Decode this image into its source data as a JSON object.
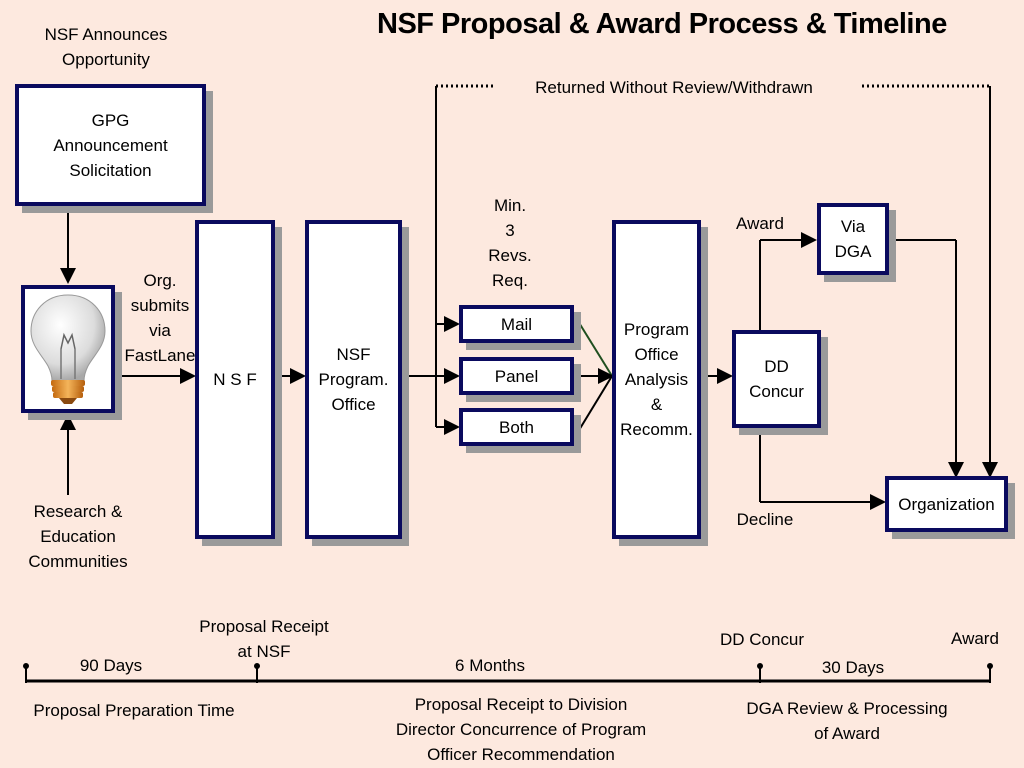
{
  "title": "NSF Proposal & Award Process & Timeline",
  "labels": {
    "announces": "NSF  Announces\nOpportunity",
    "org_submits": "Org.\nsubmits\nvia\nFastLane",
    "research": "Research &\nEducation\nCommunities",
    "min_revs": "Min.\n3\nRevs.\nReq.",
    "returned": "Returned Without Review/Withdrawn",
    "award": "Award",
    "decline": "Decline"
  },
  "boxes": {
    "gpg": "GPG\nAnnouncement\nSolicitation",
    "nsf": "N S F",
    "program_office": "NSF\nProgram.\nOffice",
    "mail": "Mail",
    "panel": "Panel",
    "both": "Both",
    "analysis": "Program\nOffice\nAnalysis\n&\nRecomm.",
    "dd_concur": "DD\nConcur",
    "via_dga": "Via\nDGA",
    "organization": "Organization"
  },
  "timeline": {
    "proposal_receipt": "Proposal Receipt\nat NSF",
    "dd_concur": "DD Concur",
    "award": "Award",
    "days90": "90 Days",
    "months6": "6 Months",
    "days30": "30 Days",
    "prep_time": "Proposal Preparation  Time",
    "receipt_to_director": "Proposal Receipt to Division\nDirector Concurrence of Program\nOfficer  Recommendation",
    "dga_review": "DGA Review & Processing\nof Award"
  },
  "colors": {
    "background": "#fde9df",
    "box_border": "#0a0a5e",
    "shadow": "#9a9a9a",
    "mail_connector": "#1f4f1f"
  },
  "icons": {
    "bulb": "lightbulb-icon"
  }
}
